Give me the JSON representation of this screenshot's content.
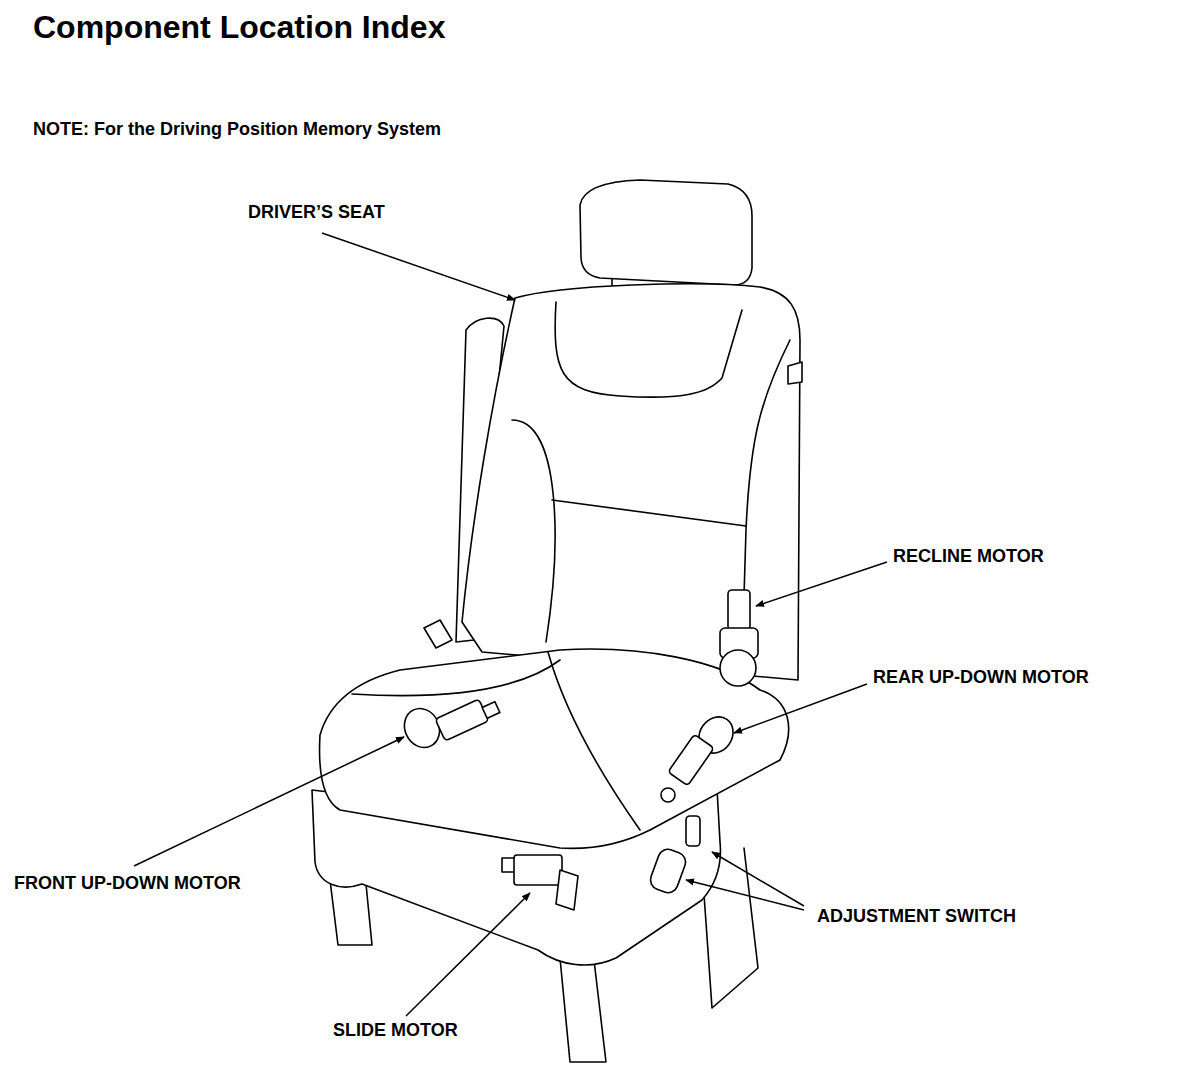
{
  "diagram": {
    "title": "Component Location Index",
    "labels": [
      "NOTE: For the Driving Position Memory System",
      "DRIVER’S SEAT",
      "RECLINE MOTOR",
      "REAR UP-DOWN MOTOR",
      "FRONT UP-DOWN MOTOR",
      "ADJUSTMENT SWITCH",
      "SLIDE MOTOR"
    ]
  }
}
